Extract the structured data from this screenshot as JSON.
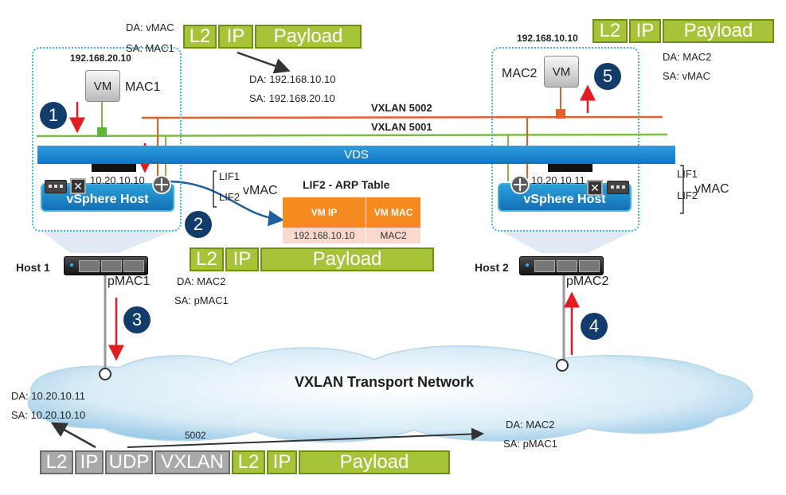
{
  "packets": {
    "top_left": [
      "L2",
      "IP",
      "Payload"
    ],
    "top_right": [
      "L2",
      "IP",
      "Payload"
    ],
    "middle": [
      "L2",
      "IP",
      "Payload"
    ],
    "bottom_outer": [
      "L2",
      "IP",
      "UDP",
      "VXLAN"
    ],
    "bottom_inner": [
      "L2",
      "IP",
      "Payload"
    ]
  },
  "labels": {
    "tl_da": "DA: vMAC",
    "tl_sa": "SA: MAC1",
    "tl_ip_da": "DA: 192.168.10.10",
    "tl_ip_sa": "SA: 192.168.20.10",
    "tr_da": "DA: MAC2",
    "tr_sa": "SA: vMAC",
    "mid_da": "DA: MAC2",
    "mid_sa": "SA: pMAC1",
    "bl_da": "DA: 10.20.10.11",
    "bl_sa": "SA: 10.20.10.10",
    "br_da": "DA: MAC2",
    "br_sa": "SA: pMAC1",
    "vni": "5002"
  },
  "host1": {
    "vm_ip": "192.168.20.10",
    "vm_label": "VM",
    "vm_mac": "MAC1",
    "vtep_ip": "10.20.10.10",
    "vsphere": "vSphere Host",
    "lif1": "LIF1",
    "lif2": "LIF2",
    "vmac": "vMAC",
    "name": "Host 1",
    "pmac": "pMAC1"
  },
  "host2": {
    "vm_ip": "192.168.10.10",
    "vm_label": "VM",
    "vm_mac": "MAC2",
    "vtep_ip": "10.20.10.11",
    "vsphere": "vSphere Host",
    "lif1": "LIF1",
    "lif2": "LIF2",
    "vmac": "vMAC",
    "name": "Host 2",
    "pmac": "pMAC2"
  },
  "networks": {
    "vxlan_5002": "VXLAN 5002",
    "vxlan_5001": "VXLAN 5001",
    "vds": "VDS",
    "transport": "VXLAN Transport Network"
  },
  "arp_table": {
    "title": "LIF2 - ARP Table",
    "col_ip": "VM IP",
    "col_mac": "VM MAC",
    "row_ip": "192.168.10.10",
    "row_mac": "MAC2"
  },
  "steps": [
    "1",
    "2",
    "3",
    "4",
    "5"
  ],
  "colors": {
    "vxlan_5002": "#e0622a",
    "vxlan_5001": "#7dbb42",
    "vds": "#1a86cf",
    "step_badge": "#123d6b",
    "arrow_red": "#e31b23",
    "payload_green": "#a7c33a"
  }
}
